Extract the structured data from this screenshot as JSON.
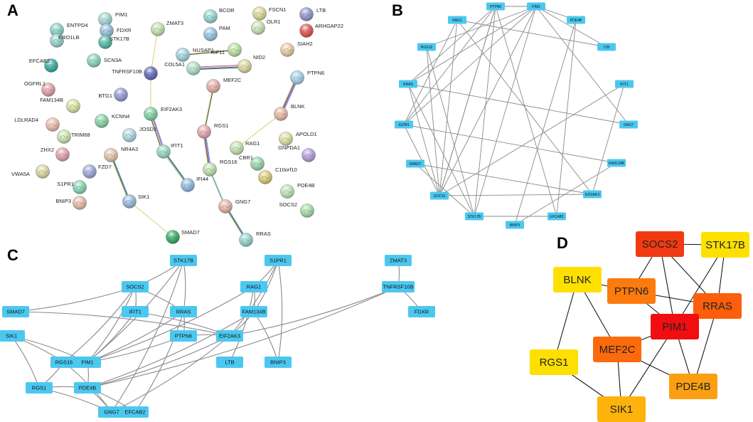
{
  "panels": {
    "a": {
      "letter": "A",
      "nodes": [
        {
          "id": "ENTPD4",
          "color": "#7ecfc0"
        },
        {
          "id": "PIM1",
          "color": "#9ad5cf"
        },
        {
          "id": "FDXR",
          "color": "#8fb9d9"
        },
        {
          "id": "ZMAT3",
          "color": "#bfe0a6"
        },
        {
          "id": "BCOR",
          "color": "#8fd2cb"
        },
        {
          "id": "FSCN1",
          "color": "#d9d58c"
        },
        {
          "id": "LTB",
          "color": "#8c8fc9"
        },
        {
          "id": "ARHGAP22",
          "color": "#e04b4b"
        },
        {
          "id": "ERO1LB",
          "color": "#8fd0c7"
        },
        {
          "id": "PAM",
          "color": "#8fbfe0"
        },
        {
          "id": "OLR1",
          "color": "#c7e0b0"
        },
        {
          "id": "EFCAB2",
          "color": "#2fa89a"
        },
        {
          "id": "STK17B",
          "color": "#4bb89e"
        },
        {
          "id": "NUSAP1",
          "color": "#9ccfe0"
        },
        {
          "id": "KIF11",
          "color": "#b7df9a"
        },
        {
          "id": "SIAH2",
          "color": "#e5c89a"
        },
        {
          "id": "SCN3A",
          "color": "#7fd3b3"
        },
        {
          "id": "TNFRSF10B",
          "color": "#5a63b8"
        },
        {
          "id": "COL5A1",
          "color": "#a9dcc0"
        },
        {
          "id": "NID2",
          "color": "#d7d39a"
        },
        {
          "id": "OGFRL1",
          "color": "#e09aa0"
        },
        {
          "id": "BTG1",
          "color": "#8f96cf"
        },
        {
          "id": "MEF2C",
          "color": "#e0a9a2"
        },
        {
          "id": "PTPN6",
          "color": "#9ccfe6"
        },
        {
          "id": "FAM134B",
          "color": "#d8df9a"
        },
        {
          "id": "EIF2AK3",
          "color": "#79cf9c"
        },
        {
          "id": "BLNK",
          "color": "#e8b19a"
        },
        {
          "id": "KCNN4",
          "color": "#7fcf9f"
        },
        {
          "id": "LDLRAD4",
          "color": "#e6b8a6"
        },
        {
          "id": "JOSD1",
          "color": "#a6d6dd"
        },
        {
          "id": "RGS1",
          "color": "#e3a4a4"
        },
        {
          "id": "APOLD1",
          "color": "#d9dc9a"
        },
        {
          "id": "TRIM68",
          "color": "#c3e2a8"
        },
        {
          "id": "NR4A3",
          "color": "#dfc2a2"
        },
        {
          "id": "IFIT1",
          "color": "#8fd6bf"
        },
        {
          "id": "RAG1",
          "color": "#c0dfa8"
        },
        {
          "id": "GNPDA1",
          "color": "#b29ad6"
        },
        {
          "id": "ZHX2",
          "color": "#e09aa8"
        },
        {
          "id": "CBR1",
          "color": "#8fd3a6"
        },
        {
          "id": "VWA5A",
          "color": "#d7d59a"
        },
        {
          "id": "FZD7",
          "color": "#9aa2d8"
        },
        {
          "id": "RGS16",
          "color": "#b8dfa8"
        },
        {
          "id": "IFI44",
          "color": "#8ab6dc"
        },
        {
          "id": "C10orf10",
          "color": "#d6c86e"
        },
        {
          "id": "S1PR1",
          "color": "#7fd3b0"
        },
        {
          "id": "BNIP3",
          "color": "#e3b6a6"
        },
        {
          "id": "PDE4B",
          "color": "#b9e2b0"
        },
        {
          "id": "SIK1",
          "color": "#8fb8d8"
        },
        {
          "id": "GNG7",
          "color": "#e3aea0"
        },
        {
          "id": "SOCS2",
          "color": "#9fd9a6"
        },
        {
          "id": "SMAD7",
          "color": "#2aa860"
        },
        {
          "id": "RRAS",
          "color": "#8fcfc6"
        }
      ]
    },
    "b": {
      "letter": "B",
      "nodes": [
        "PTPN6",
        "PIM1",
        "RAG1",
        "PDE4B",
        "RGS16",
        "LTB",
        "RRAS",
        "IFIT1",
        "S1PR1",
        "GNG7",
        "SMAD7",
        "FAM134B",
        "SOCS2",
        "EIF2AK3",
        "STK17B",
        "EFCAB2",
        "BNIP3"
      ],
      "box_color": "#4cc8f0"
    },
    "c": {
      "letter": "C",
      "nodes": [
        "STK17B",
        "S1PR1",
        "ZMAT3",
        "SOCS2",
        "RAG1",
        "TNFRSF10B",
        "SMAD7",
        "IFIT1",
        "RRAS",
        "FAM134B",
        "FDXR",
        "SIK1",
        "PTPN6",
        "EIF2AK3",
        "RGS16",
        "PIM1",
        "LTB",
        "BNIP3",
        "RGS1",
        "PDE4B",
        "GNG7",
        "EFCAB2"
      ],
      "box_color": "#4cc8f0"
    },
    "d": {
      "letter": "D",
      "nodes": [
        {
          "id": "SOCS2",
          "color": "#f23a12"
        },
        {
          "id": "STK17B",
          "color": "#fde000"
        },
        {
          "id": "BLNK",
          "color": "#fde000"
        },
        {
          "id": "PTPN6",
          "color": "#fc7a0e"
        },
        {
          "id": "RRAS",
          "color": "#fc5e0c"
        },
        {
          "id": "PIM1",
          "color": "#f20d10"
        },
        {
          "id": "MEF2C",
          "color": "#fc6a0c"
        },
        {
          "id": "RGS1",
          "color": "#fde000"
        },
        {
          "id": "PDE4B",
          "color": "#fca012"
        },
        {
          "id": "SIK1",
          "color": "#fdb20c"
        }
      ]
    }
  }
}
